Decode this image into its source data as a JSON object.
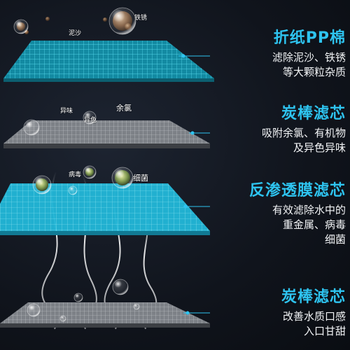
{
  "colors": {
    "accent": "#2ec4f0",
    "pp_layer": "#1aa9c4",
    "ro_layer": "#2cc5e6",
    "carbon_layer": "#8c9096"
  },
  "layers": [
    {
      "title": "折纸PP棉",
      "desc": [
        "滤除泥沙、铁锈",
        "等大颗粒杂质"
      ],
      "tags": [
        "铁锈",
        "泥沙"
      ]
    },
    {
      "title": "炭棒滤芯",
      "desc": [
        "吸附余氯、有机物",
        "及异色异味"
      ],
      "tags": [
        "余氯",
        "异味",
        "异色"
      ]
    },
    {
      "title": "反渗透膜滤芯",
      "desc": [
        "有效滤除水中的",
        "重金属、病毒",
        "细菌"
      ],
      "tags": [
        "细菌",
        "病毒"
      ]
    },
    {
      "title": "炭棒滤芯",
      "desc": [
        "改善水质口感",
        "入口甘甜"
      ],
      "tags": []
    }
  ]
}
